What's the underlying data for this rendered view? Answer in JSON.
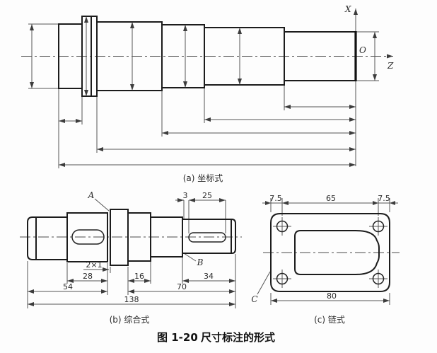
{
  "figure": {
    "caption_number": "图 1-20",
    "caption_title": "尺寸标注的形式"
  },
  "panel_a": {
    "caption": "(a) 坐标式",
    "axis_x_label": "X",
    "axis_z_label": "Z",
    "origin_label": "O"
  },
  "panel_b": {
    "caption": "(b) 综合式",
    "label_a": "A",
    "label_b": "B",
    "dims": {
      "d3": "3",
      "d25": "25",
      "groove": "2×1",
      "d28": "28",
      "d16": "16",
      "d34": "34",
      "d54": "54",
      "d70": "70",
      "d138": "138"
    }
  },
  "panel_c": {
    "caption": "(c) 链式",
    "label_c": "C",
    "dims": {
      "left_margin": "7.5",
      "center_span": "65",
      "right_margin": "7.5",
      "overall_width": "80"
    }
  }
}
